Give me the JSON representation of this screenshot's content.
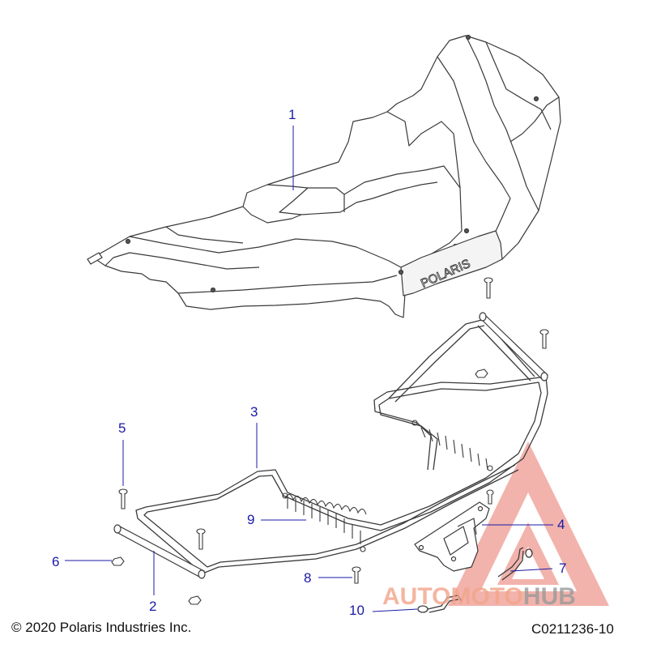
{
  "callouts": {
    "c1": "1",
    "c2": "2",
    "c3": "3",
    "c4": "4",
    "c5": "5",
    "c6": "6",
    "c7": "7",
    "c8": "8",
    "c9": "9",
    "c10": "10"
  },
  "footer": {
    "copyright": "© 2020 Polaris Industries Inc.",
    "part_code": "C0211236-10"
  },
  "watermark": {
    "part1": "AUTOMOTO",
    "part2": "HUB",
    "color_primary": "#f2a58a",
    "color_secondary": "#9a9a9a"
  },
  "colors": {
    "line": "#3a3a3a",
    "callout": "#1a1aa8"
  },
  "logo": "POLARIS"
}
